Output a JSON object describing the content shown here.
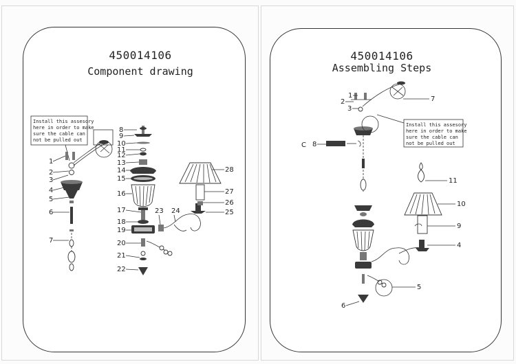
{
  "left_page": {
    "model_number": "450014106",
    "heading": "Component drawing",
    "note_lines": [
      "Install this assesory",
      "here in order to make",
      "sure the cable can",
      "not be pulled out"
    ],
    "part_numbers_left": [
      "1",
      "2",
      "3",
      "4",
      "5",
      "6",
      "7"
    ],
    "part_numbers_center": [
      "8",
      "9",
      "10",
      "11",
      "12",
      "13",
      "14",
      "15",
      "16",
      "17",
      "18",
      "19",
      "20",
      "21",
      "22",
      "23",
      "24"
    ],
    "part_numbers_right": [
      "28",
      "27",
      "26",
      "25"
    ]
  },
  "right_page": {
    "model_number": "450014106",
    "heading": "Assembling Steps",
    "note_lines": [
      "Install this assesory",
      "here in order to make",
      "sure the cable can",
      "not be pulled out"
    ],
    "step_numbers": [
      "1",
      "2",
      "3",
      "7",
      "8",
      "11",
      "10",
      "9",
      "4",
      "5",
      "6"
    ]
  }
}
